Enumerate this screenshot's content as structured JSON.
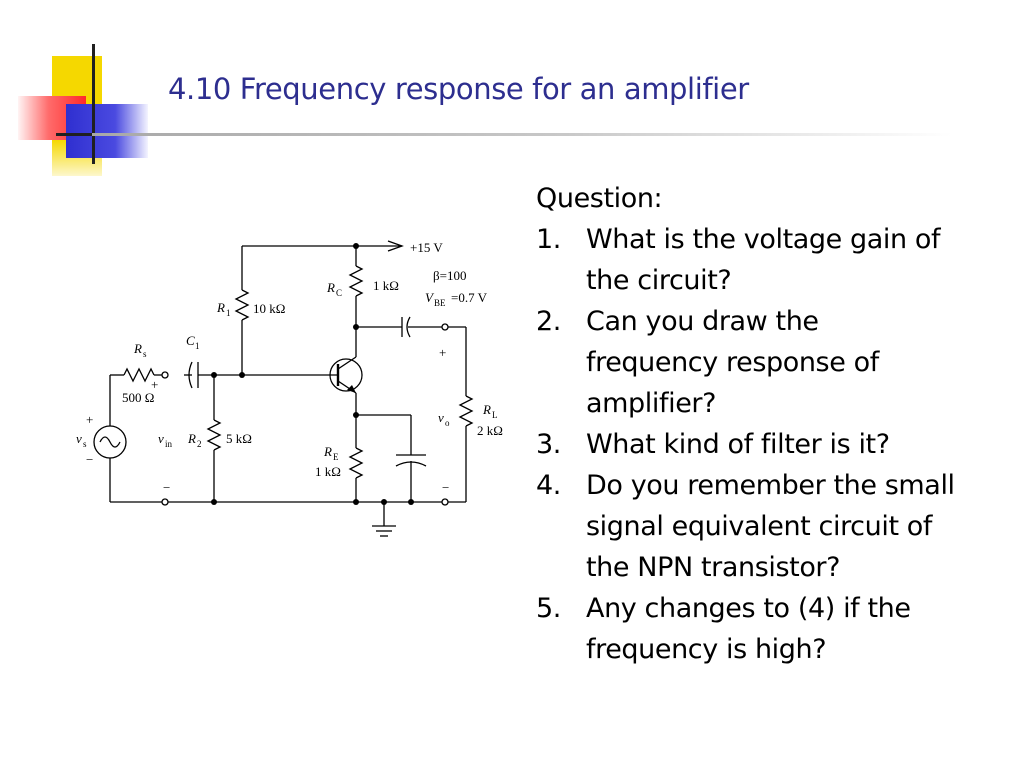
{
  "slide": {
    "title": "4.10 Frequency response for an amplifier",
    "accent_colors": {
      "title": "#2d2e8f",
      "yellow": "#f5d800",
      "red": "#ff3b3b",
      "blue": "#3a3ad6"
    }
  },
  "circuit": {
    "supply": "+15 V",
    "beta": "β=100",
    "vbe_value": "=0.7 V",
    "rc_value": "1 kΩ",
    "r1_value": "10 kΩ",
    "rs_value": "500 Ω",
    "r2_value": "5 kΩ",
    "re_value": "1 kΩ",
    "rl_value": "2 kΩ",
    "plus": "+",
    "minus": "−"
  },
  "questions": {
    "heading": "Question:",
    "items": [
      {
        "num": "1.",
        "text": "What is the voltage gain of the circuit?"
      },
      {
        "num": "2.",
        "text": "Can you draw the frequency response of amplifier?"
      },
      {
        "num": "3.",
        "text": "What kind of filter is it?"
      },
      {
        "num": "4.",
        "text": "Do you remember the small signal equivalent circuit of the NPN transistor?"
      },
      {
        "num": "5.",
        "text": "Any changes to (4) if the frequency is high?"
      }
    ]
  }
}
